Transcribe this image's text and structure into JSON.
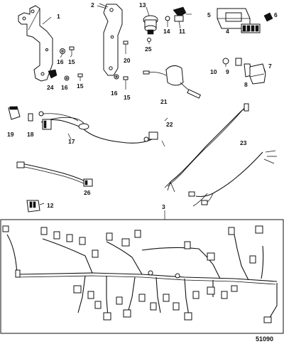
{
  "reference_number": "51090",
  "callouts": [
    {
      "id": "c1",
      "label": "1"
    },
    {
      "id": "c2",
      "label": "2"
    },
    {
      "id": "c3",
      "label": "3"
    },
    {
      "id": "c4",
      "label": "4"
    },
    {
      "id": "c5",
      "label": "5"
    },
    {
      "id": "c6",
      "label": "6"
    },
    {
      "id": "c7",
      "label": "7"
    },
    {
      "id": "c8",
      "label": "8"
    },
    {
      "id": "c9",
      "label": "9"
    },
    {
      "id": "c10",
      "label": "10"
    },
    {
      "id": "c11",
      "label": "11"
    },
    {
      "id": "c12",
      "label": "12"
    },
    {
      "id": "c13",
      "label": "13"
    },
    {
      "id": "c14",
      "label": "14"
    },
    {
      "id": "c15a",
      "label": "15"
    },
    {
      "id": "c15b",
      "label": "15"
    },
    {
      "id": "c15c",
      "label": "15"
    },
    {
      "id": "c16a",
      "label": "16"
    },
    {
      "id": "c16b",
      "label": "16"
    },
    {
      "id": "c16c",
      "label": "16"
    },
    {
      "id": "c17",
      "label": "17"
    },
    {
      "id": "c18",
      "label": "18"
    },
    {
      "id": "c19",
      "label": "19"
    },
    {
      "id": "c20",
      "label": "20"
    },
    {
      "id": "c21",
      "label": "21"
    },
    {
      "id": "c22",
      "label": "22"
    },
    {
      "id": "c23",
      "label": "23"
    },
    {
      "id": "c24",
      "label": "24"
    },
    {
      "id": "c25",
      "label": "25"
    },
    {
      "id": "c26",
      "label": "26"
    }
  ]
}
